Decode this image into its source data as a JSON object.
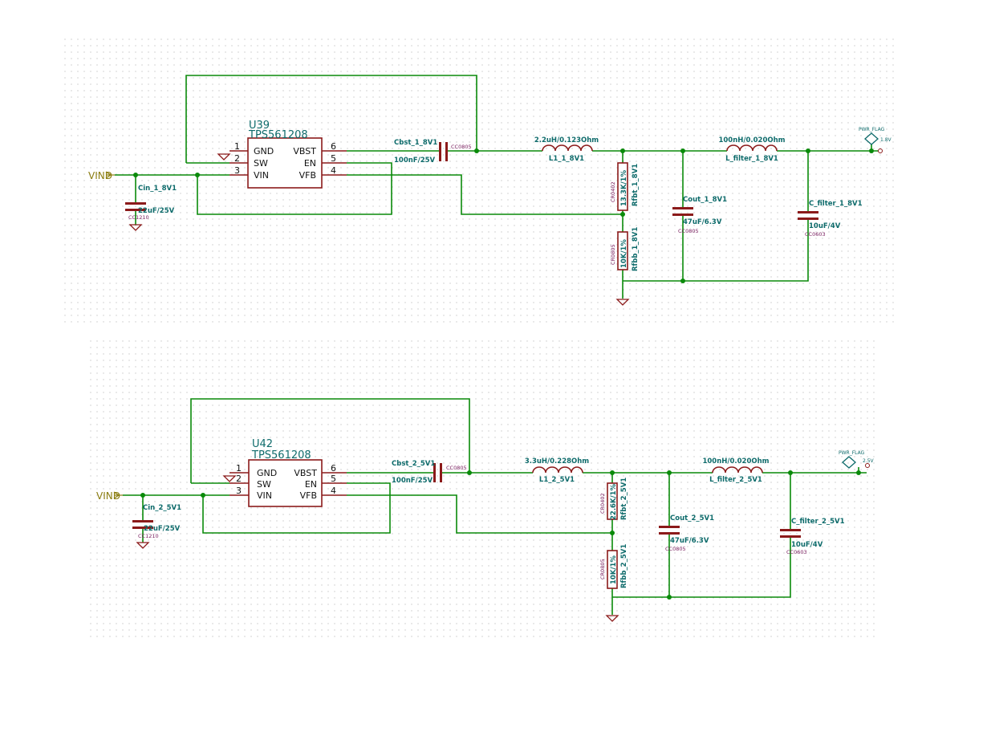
{
  "colors": {
    "wire": "#0a8a0a",
    "component": "#8b1a1a",
    "label": "#0e6b6b",
    "footprint": "#7a2060",
    "net": "#8b7d10"
  },
  "icons": [
    "ground-icon",
    "pwr-flag-icon",
    "capacitor-icon",
    "inductor-icon",
    "resistor-icon"
  ],
  "circuit1": {
    "ic_ref": "U39",
    "ic_val": "TPS561208",
    "pins_left": [
      {
        "n": "1",
        "name": "GND"
      },
      {
        "n": "2",
        "name": "SW"
      },
      {
        "n": "3",
        "name": "VIN"
      }
    ],
    "pins_right": [
      {
        "n": "6",
        "name": "VBST"
      },
      {
        "n": "5",
        "name": "EN"
      },
      {
        "n": "4",
        "name": "VFB"
      }
    ],
    "vin": "VIND",
    "cin": {
      "ref": "Cin_1_8V1",
      "val": "22uF/25V",
      "fp": "CC1210"
    },
    "cbst": {
      "ref": "Cbst_1_8V1",
      "val": "100nF/25V",
      "fp": "CC0805"
    },
    "l1": {
      "ref": "L1_1_8V1",
      "val": "2.2uH/0.123Ohm"
    },
    "rfbt": {
      "ref": "Rfbt_1_8V1",
      "val": "13.3K/1%",
      "fp": "CR0402"
    },
    "rfbb": {
      "ref": "Rfbb_1_8V1",
      "val": "10K/1%",
      "fp": "CR0805"
    },
    "cout": {
      "ref": "Cout_1_8V1",
      "val": "47uF/6.3V",
      "fp": "CC0805"
    },
    "lf": {
      "ref": "L_filter_1_8V1",
      "val": "100nH/0.020Ohm"
    },
    "cf": {
      "ref": "C_filter_1_8V1",
      "val": "10uF/4V",
      "fp": "CC0603"
    },
    "flag": "PWR_FLAG",
    "rail": "1.8V"
  },
  "circuit2": {
    "ic_ref": "U42",
    "ic_val": "TPS561208",
    "pins_left": [
      {
        "n": "1",
        "name": "GND"
      },
      {
        "n": "2",
        "name": "SW"
      },
      {
        "n": "3",
        "name": "VIN"
      }
    ],
    "pins_right": [
      {
        "n": "6",
        "name": "VBST"
      },
      {
        "n": "5",
        "name": "EN"
      },
      {
        "n": "4",
        "name": "VFB"
      }
    ],
    "vin": "VIND",
    "cin": {
      "ref": "Cin_2_5V1",
      "val": "22uF/25V",
      "fp": "CC1210"
    },
    "cbst": {
      "ref": "Cbst_2_5V1",
      "val": "100nF/25V",
      "fp": "CC0805"
    },
    "l1": {
      "ref": "L1_2_5V1",
      "val": "3.3uH/0.228Ohm"
    },
    "rfbt": {
      "ref": "Rfbt_2_5V1",
      "val": "22.6K/1%",
      "fp": "CR0402"
    },
    "rfbb": {
      "ref": "Rfbb_2_5V1",
      "val": "10K/1%",
      "fp": "CR0805"
    },
    "cout": {
      "ref": "Cout_2_5V1",
      "val": "47uF/6.3V",
      "fp": "CC0805"
    },
    "lf": {
      "ref": "L_filter_2_5V1",
      "val": "100nH/0.020Ohm"
    },
    "cf": {
      "ref": "C_filter_2_5V1",
      "val": "10uF/4V",
      "fp": "CC0603"
    },
    "flag": "PWR_FLAG",
    "rail": "2.5V"
  }
}
